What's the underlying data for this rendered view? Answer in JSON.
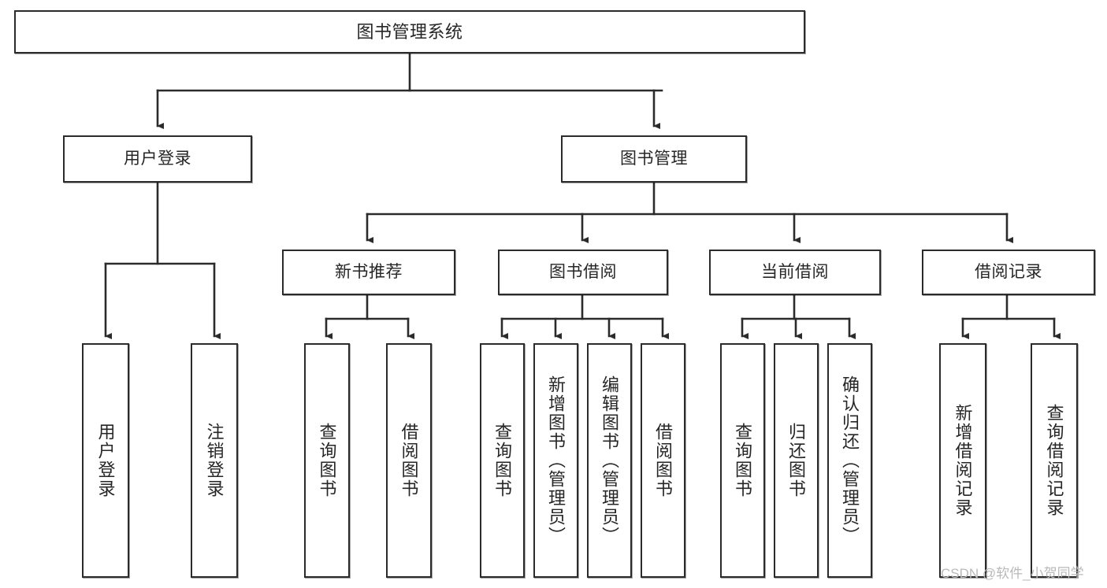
{
  "diagram": {
    "title": "图书管理系统",
    "type": "tree",
    "watermark": "CSDN @软件_小贺同学",
    "colors": {
      "stroke": "#2b2b2b",
      "fill": "#ffffff",
      "text": "#262626",
      "watermark": "#b9b9b9"
    },
    "nodes": {
      "root": {
        "label": "图书管理系统"
      },
      "level2": [
        {
          "label": "用户登录"
        },
        {
          "label": "图书管理"
        }
      ],
      "level3": [
        {
          "label": "新书推荐"
        },
        {
          "label": "图书借阅"
        },
        {
          "label": "当前借阅"
        },
        {
          "label": "借阅记录"
        }
      ],
      "leaves_user_login": [
        {
          "label": "用户登录"
        },
        {
          "label": "注销登录"
        }
      ],
      "leaves_new_book": [
        {
          "label": "查询图书"
        },
        {
          "label": "借阅图书"
        }
      ],
      "leaves_borrow": [
        {
          "label": "查询图书"
        },
        {
          "label": "新增图书（管理员）"
        },
        {
          "label": "编辑图书（管理员）"
        },
        {
          "label": "借阅图书"
        }
      ],
      "leaves_current": [
        {
          "label": "查询图书"
        },
        {
          "label": "归还图书"
        },
        {
          "label": "确认归还（管理员）"
        }
      ],
      "leaves_records": [
        {
          "label": "新增借阅记录"
        },
        {
          "label": "查询借阅记录"
        }
      ]
    }
  }
}
